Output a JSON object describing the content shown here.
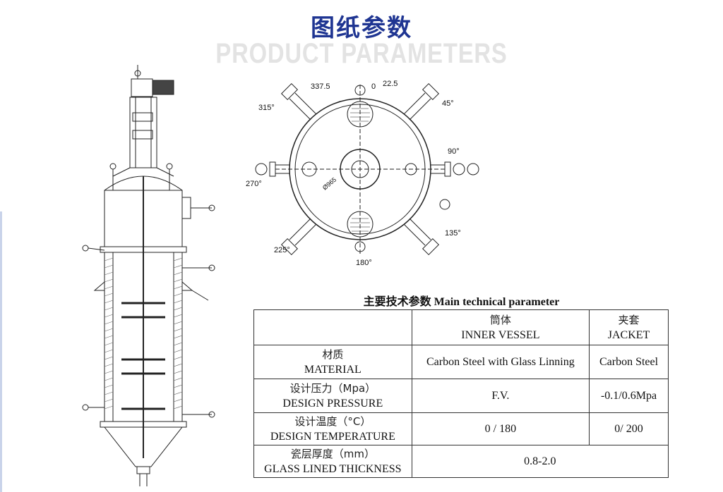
{
  "header": {
    "title_cn": "图纸参数",
    "title_en": "PRODUCT PARAMETERS"
  },
  "plan_view": {
    "angles": [
      "337.5",
      "0",
      "22.5",
      "45°",
      "90°",
      "135°",
      "180°",
      "225°",
      "270°",
      "315°"
    ],
    "dimension": "Ø965"
  },
  "table": {
    "title": "主要技术参数 Main technical parameter",
    "headers": [
      {
        "cn": "",
        "en": ""
      },
      {
        "cn": "筒体",
        "en": "INNER VESSEL"
      },
      {
        "cn": "夹套",
        "en": "JACKET"
      }
    ],
    "rows": [
      {
        "label_cn": "材质",
        "label_en": "MATERIAL",
        "inner": "Carbon Steel with Glass Linning",
        "jacket": "Carbon Steel"
      },
      {
        "label_cn": "设计压力（Mpa）",
        "label_en": "DESIGN PRESSURE",
        "inner": "F.V.",
        "jacket": "-0.1/0.6Mpa"
      },
      {
        "label_cn": "设计温度（°C）",
        "label_en": "DESIGN TEMPERATURE",
        "inner": "0 / 180",
        "jacket": "0/ 200"
      },
      {
        "label_cn": "瓷层厚度（mm）",
        "label_en": "GLASS LINED THICKNESS",
        "merged": "0.8-2.0"
      }
    ]
  }
}
